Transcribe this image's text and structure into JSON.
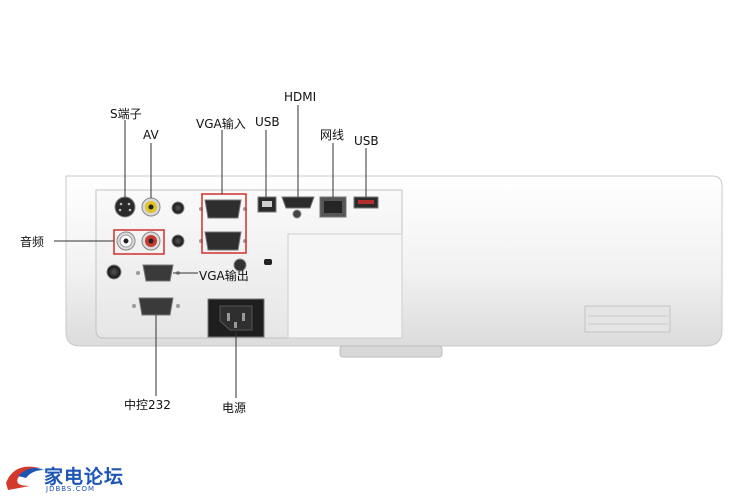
{
  "labels": {
    "s_terminal": "S端子",
    "av": "AV",
    "vga_in": "VGA输入",
    "usb_left": "USB",
    "hdmi": "HDMI",
    "network": "网线",
    "usb_right": "USB",
    "audio": "音频",
    "vga_out": "VGA输出",
    "control": "中控232",
    "power": "电源"
  },
  "logo": {
    "text": "家电论坛",
    "subtext": "JDBBS.COM"
  },
  "colors": {
    "annotation_box": "#d0312d",
    "leader_line": "#333333",
    "projector_body": "#f1f1f1",
    "logo_blue": "#1c55b4"
  }
}
